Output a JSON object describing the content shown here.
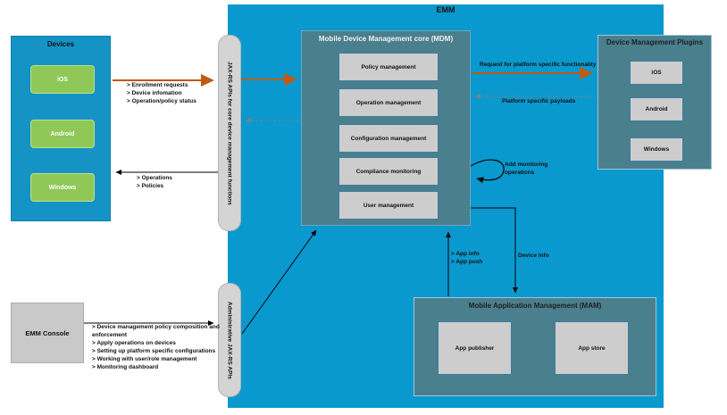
{
  "emm_label": "EMM",
  "devices_panel": {
    "title": "Devices",
    "items": [
      "iOS",
      "Android",
      "Windows"
    ]
  },
  "capsules": {
    "core_api": "JAX-RS APIs for core device management functions",
    "admin_api": "Administrative JAX-RS APIs"
  },
  "mdm": {
    "title": "Mobile Device Management core (MDM)",
    "modules": [
      "Policy management",
      "Operation management",
      "Configuration management",
      "Compliance monitoring",
      "User management"
    ]
  },
  "plugins": {
    "title": "Device Management Plugins",
    "items": [
      "iOS",
      "Android",
      "Windows"
    ]
  },
  "mam": {
    "title": "Mobile Application Management (MAM)",
    "items": [
      "App publisher",
      "App store"
    ]
  },
  "console": {
    "label": "EMM Console"
  },
  "flow_labels": {
    "enrollment_lines": [
      "> Enrollment requests",
      "> Device infomation",
      "> Operation/policy status"
    ],
    "operations_lines": [
      "> Operations",
      "> Policies"
    ],
    "request_platform": "Request for platform specific functionality",
    "platform_payloads": "Platform specific payloads",
    "add_monitoring_lines": [
      "Add monitoring",
      "operations"
    ],
    "app_info_lines": [
      "> App info",
      "> App push"
    ],
    "device_info": "Device info",
    "console_lines": [
      "> Device management policy composition and enforcement",
      "> Apply operations on devices",
      "> Setting up platform specific configurations",
      "> Working with user/role management",
      "> Monitoring dashboard"
    ]
  },
  "colors": {
    "emm_background": "#0999ce",
    "devices_background": "#1593c5",
    "panel_teal": "#4a7f8e",
    "item_gray": "#cdcdcd",
    "device_green": "#8fc857",
    "capsule_gray": "#d4d4d4",
    "arrow_orange": "#bf5b17",
    "arrow_black": "#000000",
    "arrow_gray_dashed": "#7f7f7f"
  }
}
